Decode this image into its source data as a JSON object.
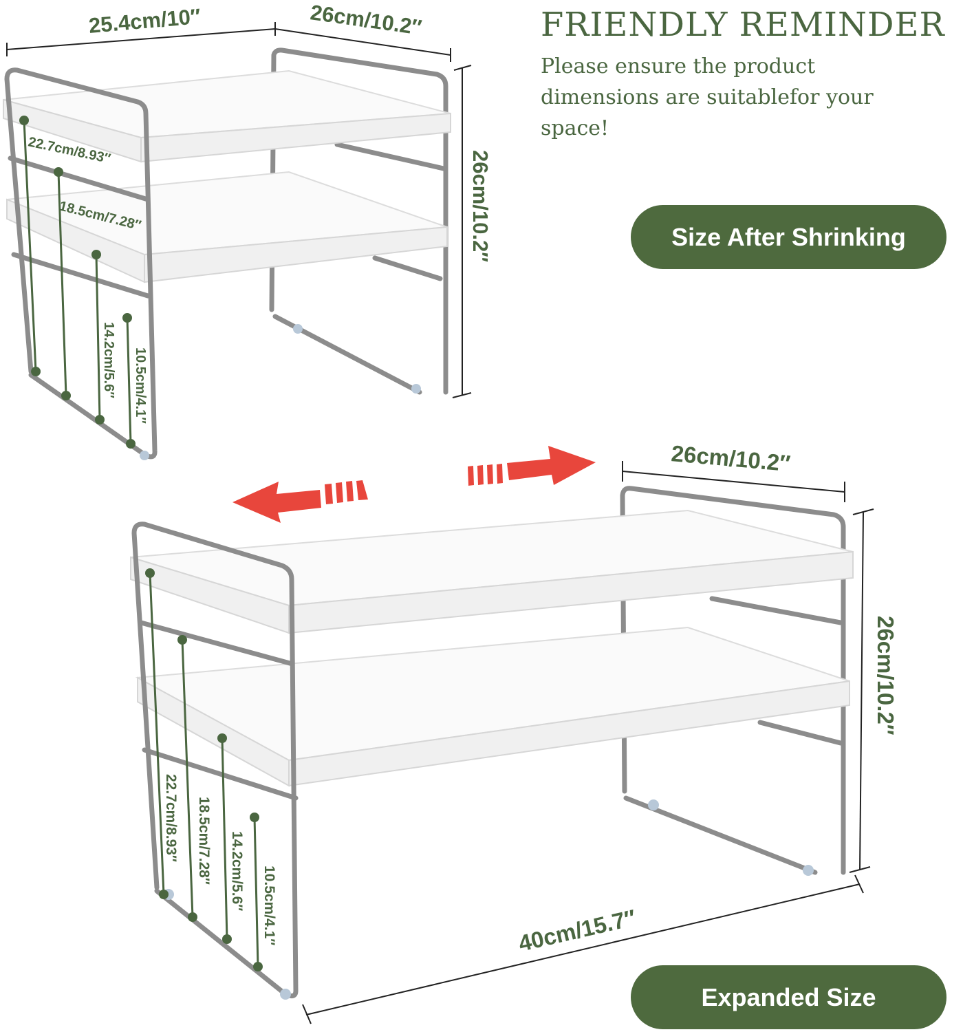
{
  "reminder": {
    "title": "FRIENDLY REMINDER",
    "text": "Please ensure the product dimensions are suitablefor your space!"
  },
  "shrunk": {
    "badge": "Size After Shrinking",
    "width": "25.4cm/10″",
    "depth": "26cm/10.2″",
    "height": "26cm/10.2″",
    "heights": [
      "22.7cm/8.93″",
      "18.5cm/7.28″",
      "14.2cm/5.6″",
      "10.5cm/4.1″"
    ]
  },
  "expanded": {
    "badge": "Expanded Size",
    "width": "40cm/15.7″",
    "depth": "26cm/10.2″",
    "height": "26cm/10.2″",
    "heights": [
      "22.7cm/8.93″",
      "18.5cm/7.28″",
      "14.2cm/5.6″",
      "10.5cm/4.1″"
    ]
  },
  "colors": {
    "accent": "#4a6640",
    "badge": "#4e6a3e",
    "arrow": "#e8463c",
    "frame": "#8c8c8c"
  }
}
